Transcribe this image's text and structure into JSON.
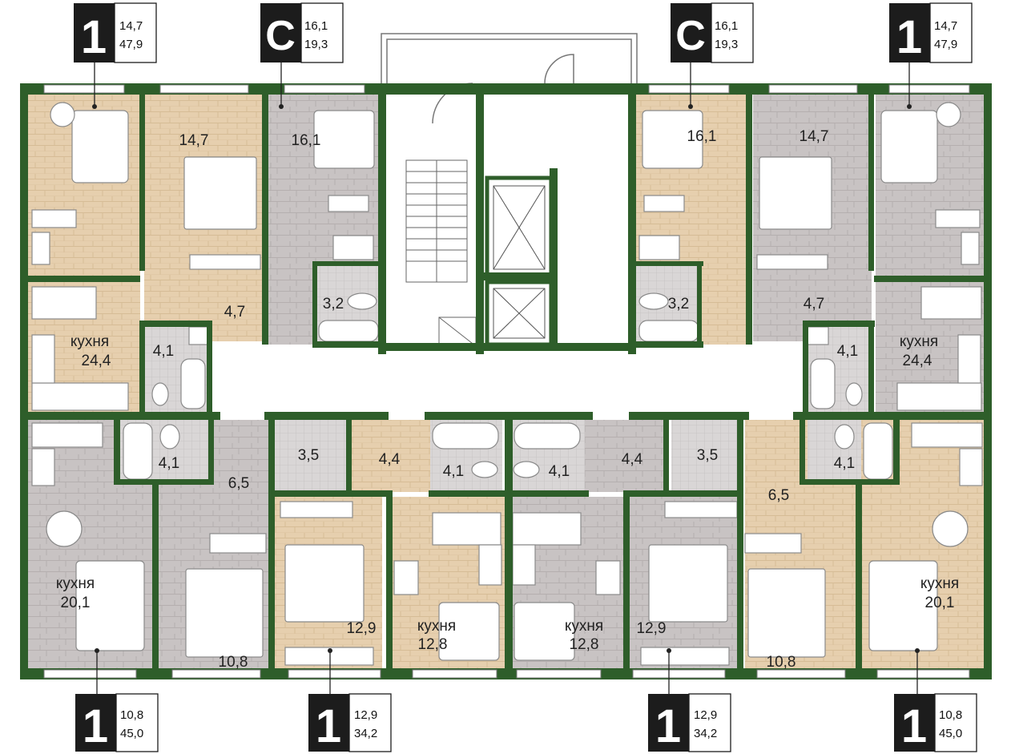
{
  "colors": {
    "wall": "#2e5e2a",
    "floor_wood": "#e6cfae",
    "floor_gray": "#c8c3c3",
    "badge": "#1c1c1c",
    "furniture": "#ffffff"
  },
  "badges": [
    {
      "type": "1",
      "living": "14,7",
      "total": "47,9"
    },
    {
      "type": "С",
      "living": "16,1",
      "total": "19,3"
    },
    {
      "type": "С",
      "living": "16,1",
      "total": "19,3"
    },
    {
      "type": "1",
      "living": "14,7",
      "total": "47,9"
    },
    {
      "type": "1",
      "living": "10,8",
      "total": "45,0"
    },
    {
      "type": "1",
      "living": "12,9",
      "total": "34,2"
    },
    {
      "type": "1",
      "living": "12,9",
      "total": "34,2"
    },
    {
      "type": "1",
      "living": "10,8",
      "total": "45,0"
    }
  ],
  "rooms": [
    {
      "label": "",
      "area": "14,7"
    },
    {
      "label": "",
      "area": "16,1"
    },
    {
      "label": "",
      "area": "16,1"
    },
    {
      "label": "",
      "area": "14,7"
    },
    {
      "label": "",
      "area": "4,7"
    },
    {
      "label": "",
      "area": "3,2"
    },
    {
      "label": "",
      "area": "3,2"
    },
    {
      "label": "",
      "area": "4,7"
    },
    {
      "label": "кухня",
      "area": "24,4"
    },
    {
      "label": "",
      "area": "4,1"
    },
    {
      "label": "",
      "area": "4,1"
    },
    {
      "label": "кухня",
      "area": "24,4"
    },
    {
      "label": "",
      "area": "4,1"
    },
    {
      "label": "",
      "area": "6,5"
    },
    {
      "label": "",
      "area": "3,5"
    },
    {
      "label": "",
      "area": "4,4"
    },
    {
      "label": "",
      "area": "4,1"
    },
    {
      "label": "",
      "area": "4,1"
    },
    {
      "label": "",
      "area": "4,4"
    },
    {
      "label": "",
      "area": "3,5"
    },
    {
      "label": "",
      "area": "6,5"
    },
    {
      "label": "",
      "area": "4,1"
    },
    {
      "label": "кухня",
      "area": "20,1"
    },
    {
      "label": "",
      "area": "10,8"
    },
    {
      "label": "",
      "area": "12,9"
    },
    {
      "label": "кухня",
      "area": "12,8"
    },
    {
      "label": "кухня",
      "area": "12,8"
    },
    {
      "label": "",
      "area": "12,9"
    },
    {
      "label": "",
      "area": "10,8"
    },
    {
      "label": "кухня",
      "area": "20,1"
    }
  ]
}
